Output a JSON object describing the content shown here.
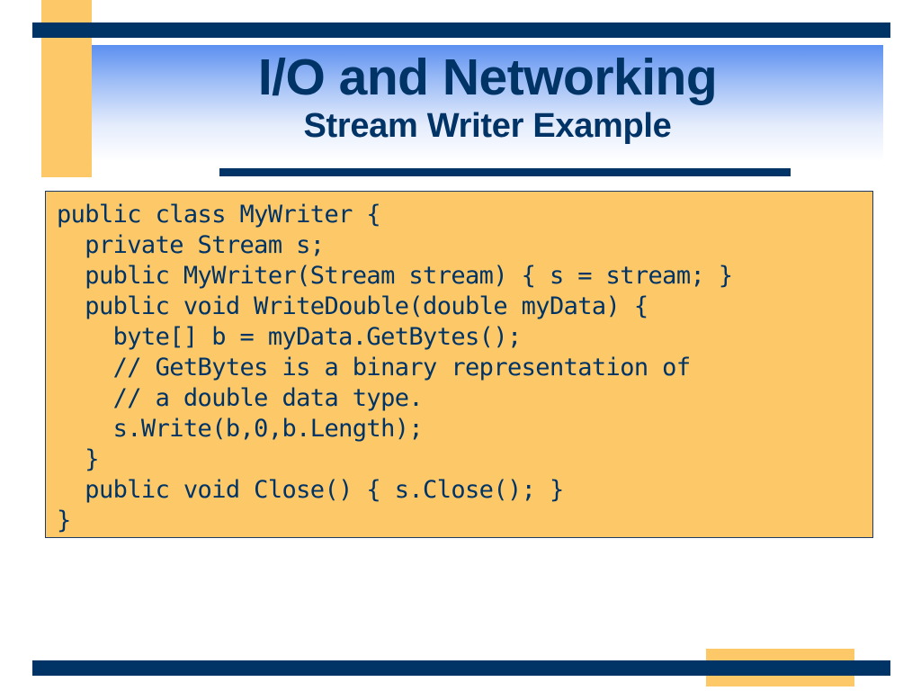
{
  "slide": {
    "title": "I/O and Networking",
    "subtitle": "Stream Writer Example"
  },
  "code": {
    "lines": [
      "public class MyWriter {",
      "  private Stream s;",
      "  public MyWriter(Stream stream) { s = stream; }",
      "  public void WriteDouble(double myData) {",
      "    byte[] b = myData.GetBytes();",
      "    // GetBytes is a binary representation of",
      "    // a double data type.",
      "    s.Write(b,0,b.Length);",
      "  }",
      "  public void Close() { s.Close(); }",
      "}"
    ]
  },
  "colors": {
    "navy": "#003366",
    "gold": "#fdc968",
    "title_gradient_top": "#5b8ff0"
  }
}
